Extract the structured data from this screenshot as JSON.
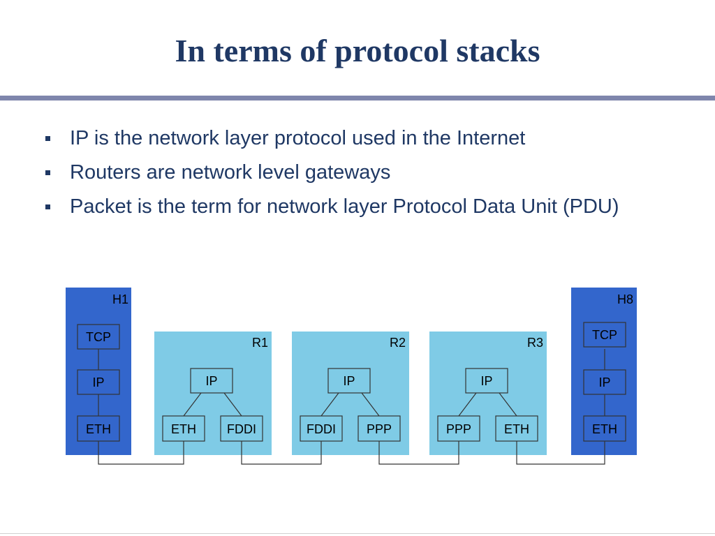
{
  "slide": {
    "title": "In terms of protocol stacks",
    "bullets": [
      "IP is the network layer protocol used in the Internet",
      "Routers are network level gateways",
      "Packet is the term for network layer Protocol Data Unit (PDU)"
    ]
  },
  "diagram": {
    "colors": {
      "host": "#3366cc",
      "router": "#7fcbe6",
      "line": "#333333",
      "title": "#1f3864",
      "rule": "#7f86ac"
    },
    "hosts": [
      {
        "name": "H1",
        "layers": [
          "TCP",
          "IP",
          "ETH"
        ]
      },
      {
        "name": "H8",
        "layers": [
          "TCP",
          "IP",
          "ETH"
        ]
      }
    ],
    "routers": [
      {
        "name": "R1",
        "network": "IP",
        "links": [
          "ETH",
          "FDDI"
        ]
      },
      {
        "name": "R2",
        "network": "IP",
        "links": [
          "FDDI",
          "PPP"
        ]
      },
      {
        "name": "R3",
        "network": "IP",
        "links": [
          "PPP",
          "ETH"
        ]
      }
    ]
  }
}
